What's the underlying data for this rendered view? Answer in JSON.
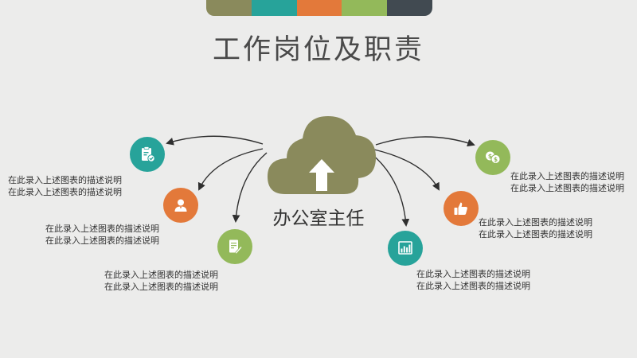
{
  "header": {
    "title": "工作岗位及职责",
    "stripe_colors": [
      "#8a8a5c",
      "#27a39a",
      "#e3793a",
      "#93b95a",
      "#414a51"
    ]
  },
  "center": {
    "label": "办公室主任",
    "cloud_color": "#8a8a5c"
  },
  "nodes": [
    {
      "id": "left-1",
      "icon": "clipboard-check-icon",
      "color": "#27a39a",
      "desc": [
        "在此录入上述图表的描述说明",
        "在此录入上述图表的描述说明"
      ]
    },
    {
      "id": "left-2",
      "icon": "user-icon",
      "color": "#e3793a",
      "desc": [
        "在此录入上述图表的描述说明",
        "在此录入上述图表的描述说明"
      ]
    },
    {
      "id": "left-3",
      "icon": "document-edit-icon",
      "color": "#93b95a",
      "desc": [
        "在此录入上述图表的描述说明",
        "在此录入上述图表的描述说明"
      ]
    },
    {
      "id": "right-1",
      "icon": "coins-icon",
      "color": "#93b95a",
      "desc": [
        "在此录入上述图表的描述说明",
        "在此录入上述图表的描述说明"
      ]
    },
    {
      "id": "right-2",
      "icon": "thumbs-up-icon",
      "color": "#e3793a",
      "desc": [
        "在此录入上述图表的描述说明",
        "在此录入上述图表的描述说明"
      ]
    },
    {
      "id": "right-3",
      "icon": "bar-chart-icon",
      "color": "#27a39a",
      "desc": [
        "在此录入上述图表的描述说明",
        "在此录入上述图表的描述说明"
      ]
    }
  ]
}
